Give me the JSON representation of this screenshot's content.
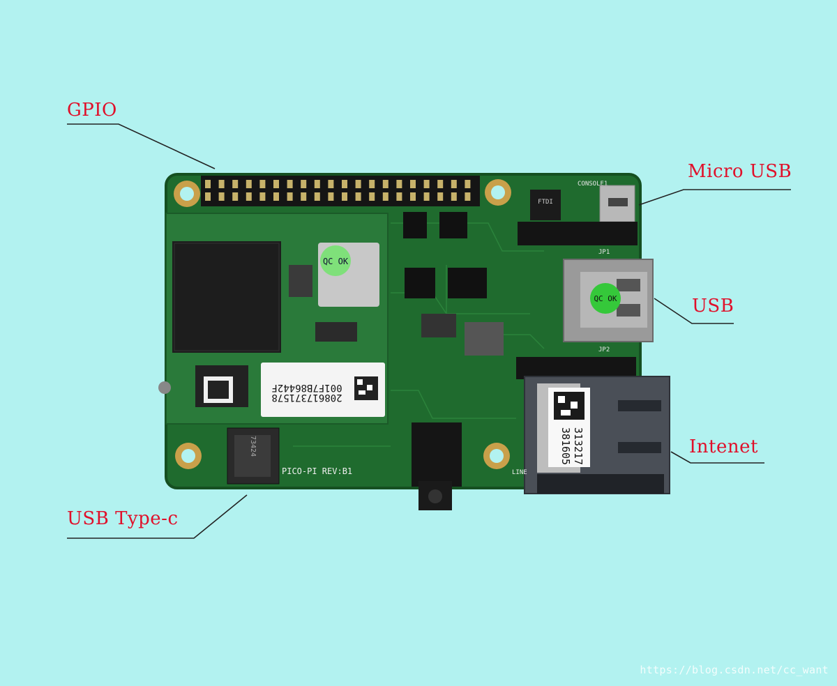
{
  "callouts": {
    "gpio": "GPIO",
    "micro_usb": "Micro USB",
    "usb": "USB",
    "ethernet": "Intenet",
    "usb_type_c": "USB Type-c"
  },
  "board": {
    "model_silk": "PICO-PI REV:B1",
    "console_silk": "CONSOLE1",
    "jp1_silk": "JP1",
    "jp2_silk": "JP2",
    "line_silk": "LINE",
    "ftdi_silk": "FTDI"
  },
  "stickers": {
    "module_line1": "001F7B86442F",
    "module_line2": "2086173715​78",
    "ethernet_line1": "313217",
    "ethernet_line2": "381605",
    "qc_module": "QC OK",
    "qc_usb": "QC OK",
    "typec_marking": "73424"
  },
  "watermark": "https://blog.csdn.net/cc_want",
  "colors": {
    "background": "#b2f2f0",
    "pcb": "#1f6b2e",
    "callout_text": "#e0102a",
    "leader_line": "#222222"
  }
}
